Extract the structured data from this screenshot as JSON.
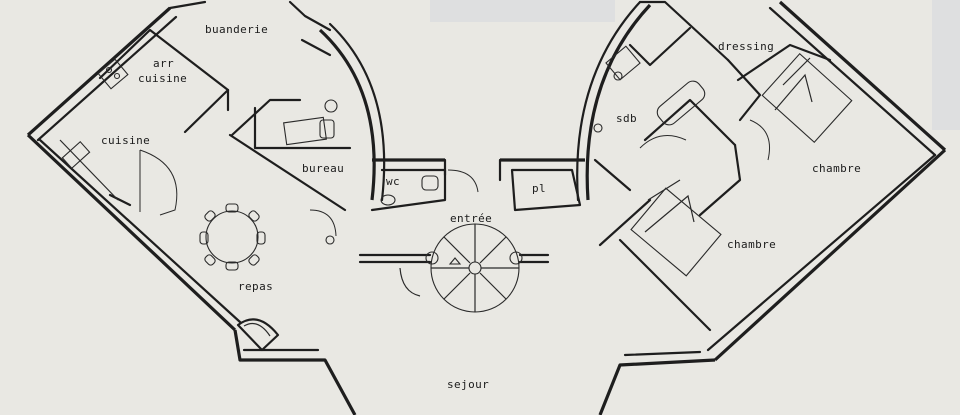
{
  "rooms": {
    "buanderie": "buanderie",
    "arr_cuisine_line1": "arr",
    "arr_cuisine_line2": "cuisine",
    "cuisine": "cuisine",
    "bureau": "bureau",
    "wc": "wc",
    "pl": "pl",
    "entree": "entrée",
    "sdb": "sdb",
    "dressing": "dressing",
    "chambre_1": "chambre",
    "chambre_2": "chambre",
    "repas": "repas",
    "sejour": "sejour"
  }
}
